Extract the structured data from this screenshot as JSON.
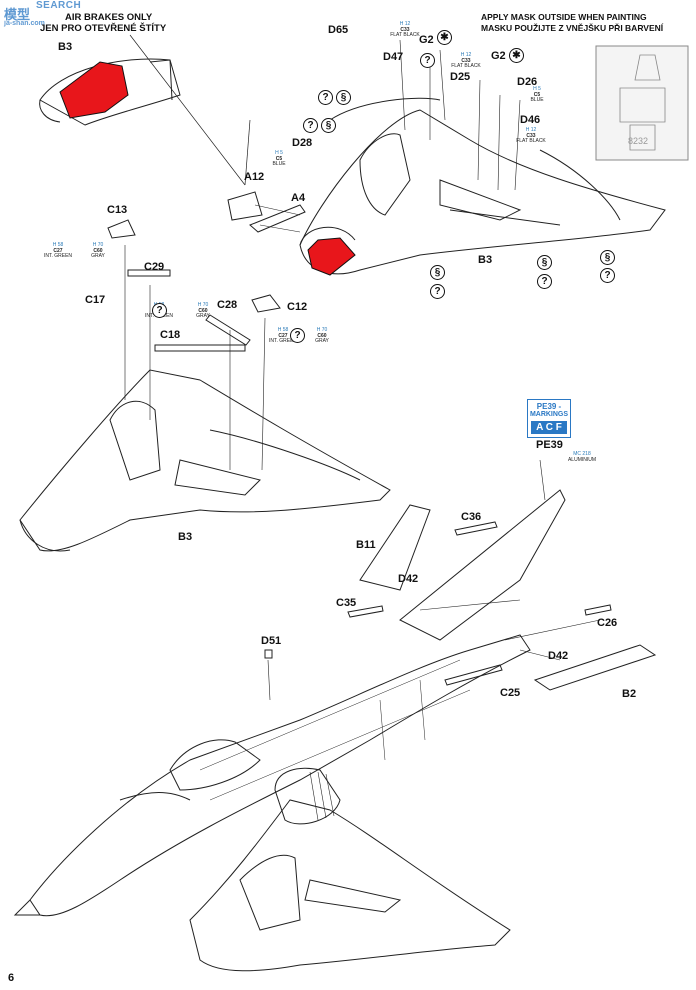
{
  "page": {
    "number": "6",
    "watermark_top": "SEARCH",
    "watermark_cn": "模型",
    "watermark_url": "ja-shan.com"
  },
  "header": {
    "airbrakes_line1": "AIR BRAKES ONLY",
    "airbrakes_line2": "JEN PRO OTEVŘENÉ ŠTÍTY",
    "mask_line1": "APPLY MASK OUTSIDE WHEN PAINTING",
    "mask_line2": "MASKU POUŽIJTE Z VNĚJŠKU PŘI BARVENÍ",
    "mask_code": "8232"
  },
  "parts": {
    "b3_detail": "B3",
    "d65": "D65",
    "d47": "D47",
    "g2_a": "G2",
    "g2_b": "G2",
    "d25": "D25",
    "d26": "D26",
    "d46": "D46",
    "d28": "D28",
    "a12": "A12",
    "a4": "A4",
    "b3_mid": "B3",
    "c13": "C13",
    "c29": "C29",
    "c17": "C17",
    "c28": "C28",
    "c12": "C12",
    "c18": "C18",
    "b3_left": "B3",
    "pe39": "PE39",
    "c36": "C36",
    "b11": "B11",
    "d42_a": "D42",
    "c35": "C35",
    "c26": "C26",
    "d42_b": "D42",
    "d51": "D51",
    "c25": "C25",
    "b2": "B2"
  },
  "markings": {
    "title": "PE39 -",
    "subtitle": "MARKINGS",
    "letters": "A C F"
  },
  "paints": {
    "flat_black_1": {
      "code": "H 12",
      "num": "C33",
      "name": "FLAT BLACK"
    },
    "blue": {
      "code": "H 5",
      "num": "C5",
      "name": "BLUE"
    },
    "blue_2": {
      "code": "H 5",
      "num": "C5",
      "name": "BLUE"
    },
    "flat_black_2": {
      "code": "H 12",
      "num": "C33",
      "name": "FLAT BLACK"
    },
    "flat_black_3": {
      "code": "H 12",
      "num": "C33",
      "name": "FLAT BLACK"
    },
    "green_1": {
      "code": "H 58",
      "num": "C27",
      "name": "INT. GREEN"
    },
    "gray_1": {
      "code": "H 70",
      "num": "C60",
      "name": "GRAY"
    },
    "green_2": {
      "code": "H 58",
      "num": "C27",
      "name": "INT. GREEN"
    },
    "gray_2": {
      "code": "H 70",
      "num": "C60",
      "name": "GRAY"
    },
    "green_3": {
      "code": "H 58",
      "num": "C27",
      "name": "INT. GREEN"
    },
    "gray_3": {
      "code": "H 70",
      "num": "C60",
      "name": "GRAY"
    },
    "aluminium": {
      "code": "MC 218",
      "num": "",
      "name": "ALUMINIUM"
    }
  },
  "symbols": {
    "question": "?",
    "sticker": "§",
    "star": "✱"
  },
  "colors": {
    "mask_red": "#e8161b",
    "paint_blue": "#2b7bb8",
    "markings_blue": "#2a78c4"
  }
}
